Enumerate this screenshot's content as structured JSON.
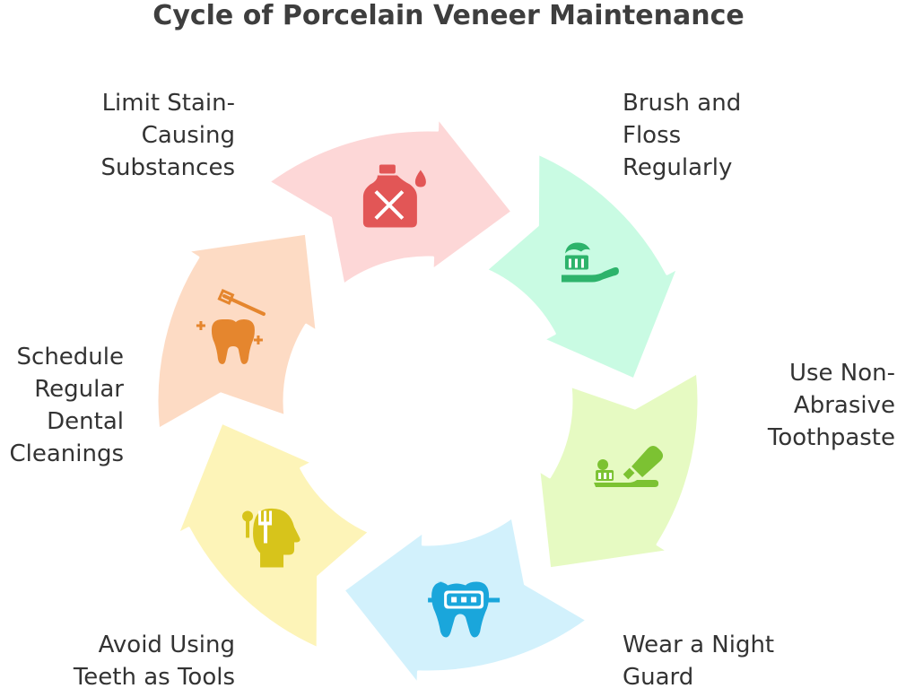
{
  "title": "Cycle of Porcelain Veneer Maintenance",
  "steps": [
    {
      "label": "Brush and\nFloss\nRegularly",
      "icon": "toothbrush-icon",
      "fill": "#c9fbe3",
      "icon_color": "#2db36b"
    },
    {
      "label": "Use Non-\nAbrasive\nToothpaste",
      "icon": "toothpaste-icon",
      "fill": "#e6fac2",
      "icon_color": "#7cc232"
    },
    {
      "label": "Wear a Night\nGuard",
      "icon": "braces-tooth-icon",
      "fill": "#d2f1fc",
      "icon_color": "#1aa6db"
    },
    {
      "label": "Avoid Using\nTeeth as Tools",
      "icon": "head-utensils-icon",
      "fill": "#fdf4b8",
      "icon_color": "#d7c41b"
    },
    {
      "label": "Schedule\nRegular\nDental\nCleanings",
      "icon": "tooth-cleaning-icon",
      "fill": "#fddbc4",
      "icon_color": "#e5862e"
    },
    {
      "label": "Limit Stain-\nCausing\nSubstances",
      "icon": "no-drink-icon",
      "fill": "#fdd7d7",
      "icon_color": "#e25656"
    }
  ]
}
